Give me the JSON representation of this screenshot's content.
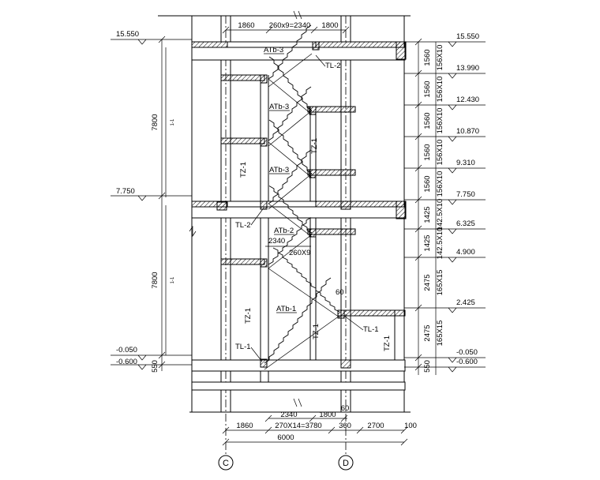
{
  "axes": {
    "left": "C",
    "right": "D"
  },
  "levels": {
    "left": [
      "15.550",
      "7.750",
      "-0.050",
      "-0.600"
    ],
    "right": [
      "15.550",
      "13.990",
      "12.430",
      "10.870",
      "9.310",
      "7.750",
      "6.325",
      "4.900",
      "2.425",
      "-0.050",
      "-0.600"
    ]
  },
  "dims_top": [
    "1860",
    "260x9=2340",
    "1800"
  ],
  "dims_bottom_row1": [
    "2340",
    "1800",
    "60"
  ],
  "dims_bottom_row2": [
    "1860",
    "270X14=3780",
    "360",
    "2700",
    "100"
  ],
  "dims_bottom_total": "6000",
  "dims_left": [
    "7800",
    "7800",
    "550"
  ],
  "dims_left_marks": [
    "1-1",
    "1-1"
  ],
  "dims_right": [
    "1560",
    "1560",
    "1560",
    "1560",
    "1560",
    "1425",
    "1425",
    "2475",
    "2475",
    "550"
  ],
  "dims_right_sub": [
    "156X10",
    "156X10",
    "156X10",
    "156X10",
    "156X10",
    "142.5X10",
    "142.5X10",
    "165X15",
    "165X15"
  ],
  "labels": {
    "atb3_a": "ATb-3",
    "atb3_b": "ATb-3",
    "atb3_c": "ATb-3",
    "atb2": "ATb-2",
    "atb1": "ATb-1",
    "tl2_a": "TL-2",
    "tl2_b": "TL-2",
    "tl1_a": "TL-1",
    "tl1_b": "TL-1",
    "tz1_a": "TZ-1",
    "tz1_b": "TZ-1",
    "tz1_c": "TZ-1",
    "tz1_d": "TZ-1",
    "tz1_e": "TZ-1",
    "step1": "2340",
    "step2": "260X9",
    "d60": "60"
  }
}
